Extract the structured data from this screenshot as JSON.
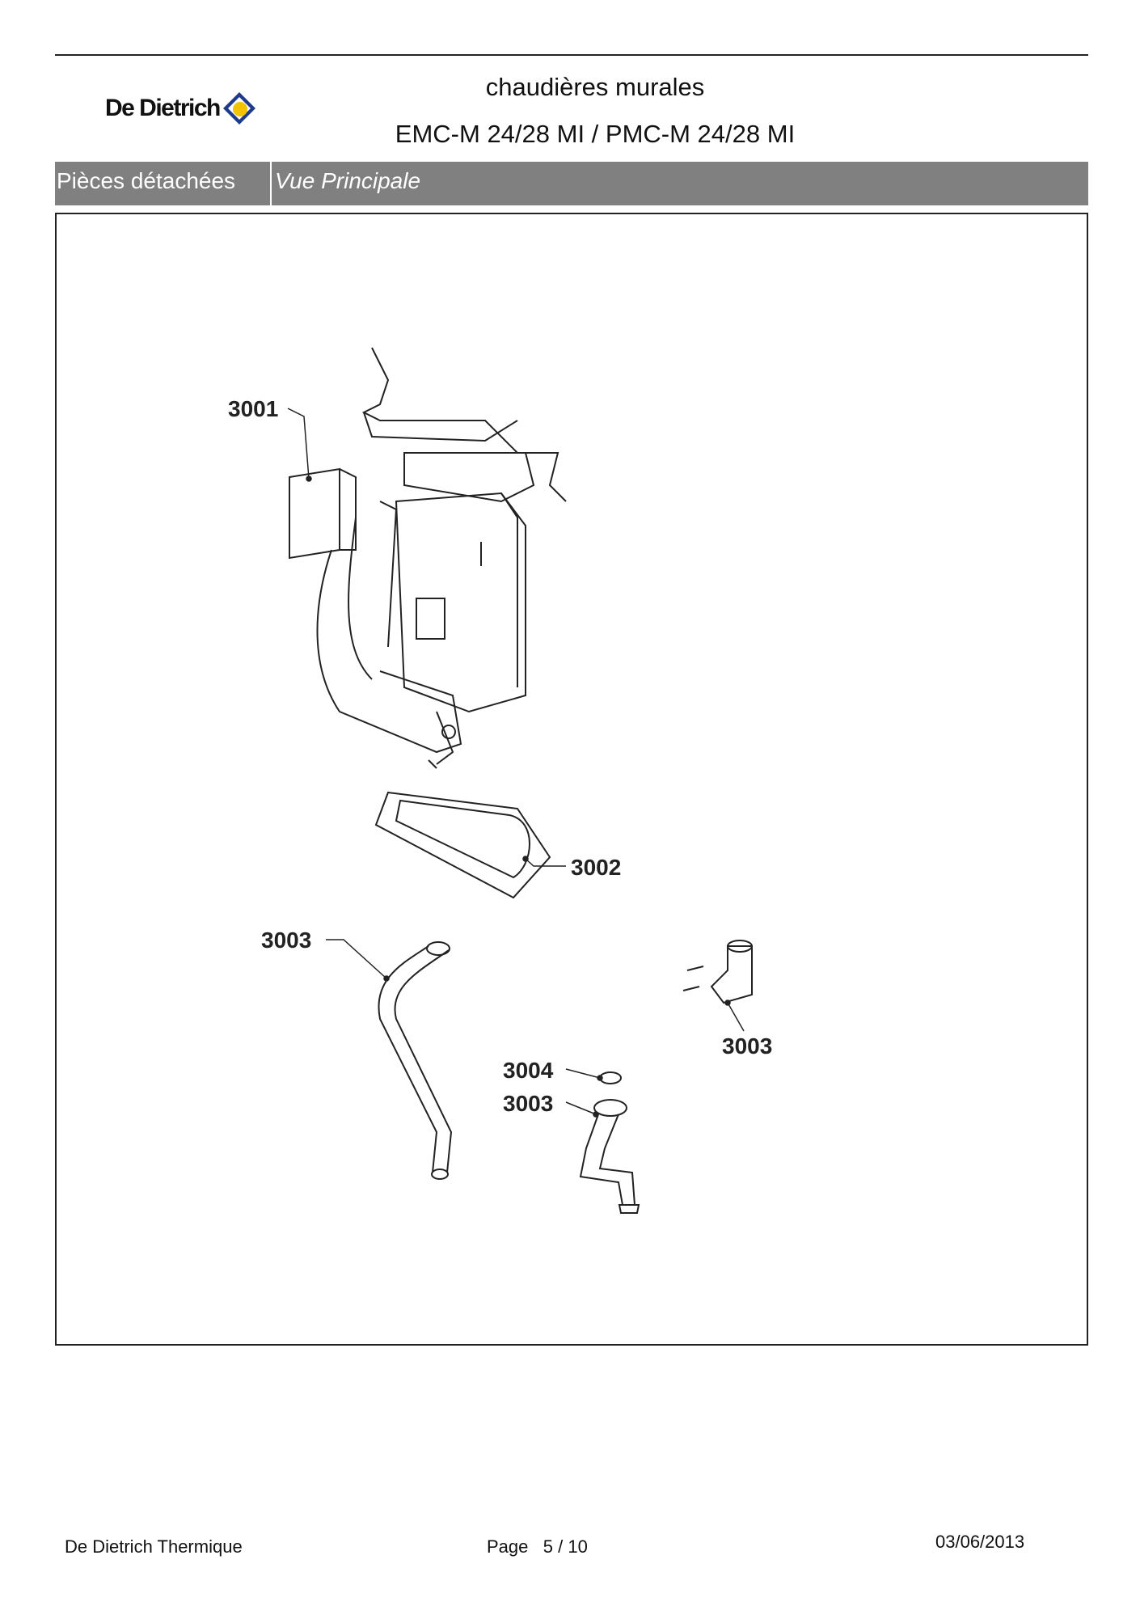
{
  "header": {
    "brand": "De Dietrich",
    "title": "chaudières murales",
    "model": "EMC-M 24/28 MI / PMC-M 24/28 MI"
  },
  "section_bar": {
    "category": "Pièces détachées",
    "view": "Vue Principale"
  },
  "diagram": {
    "labels": [
      "3001",
      "3002",
      "3003",
      "3003",
      "3004",
      "3003"
    ]
  },
  "footer": {
    "company": "De Dietrich Thermique",
    "page_label": "Page",
    "page_current": "5",
    "page_sep": "/",
    "page_total": "10",
    "date": "03/06/2013"
  },
  "colors": {
    "bar": "#808080",
    "logo_blue": "#1f3a8a",
    "logo_yellow": "#f2c400"
  }
}
